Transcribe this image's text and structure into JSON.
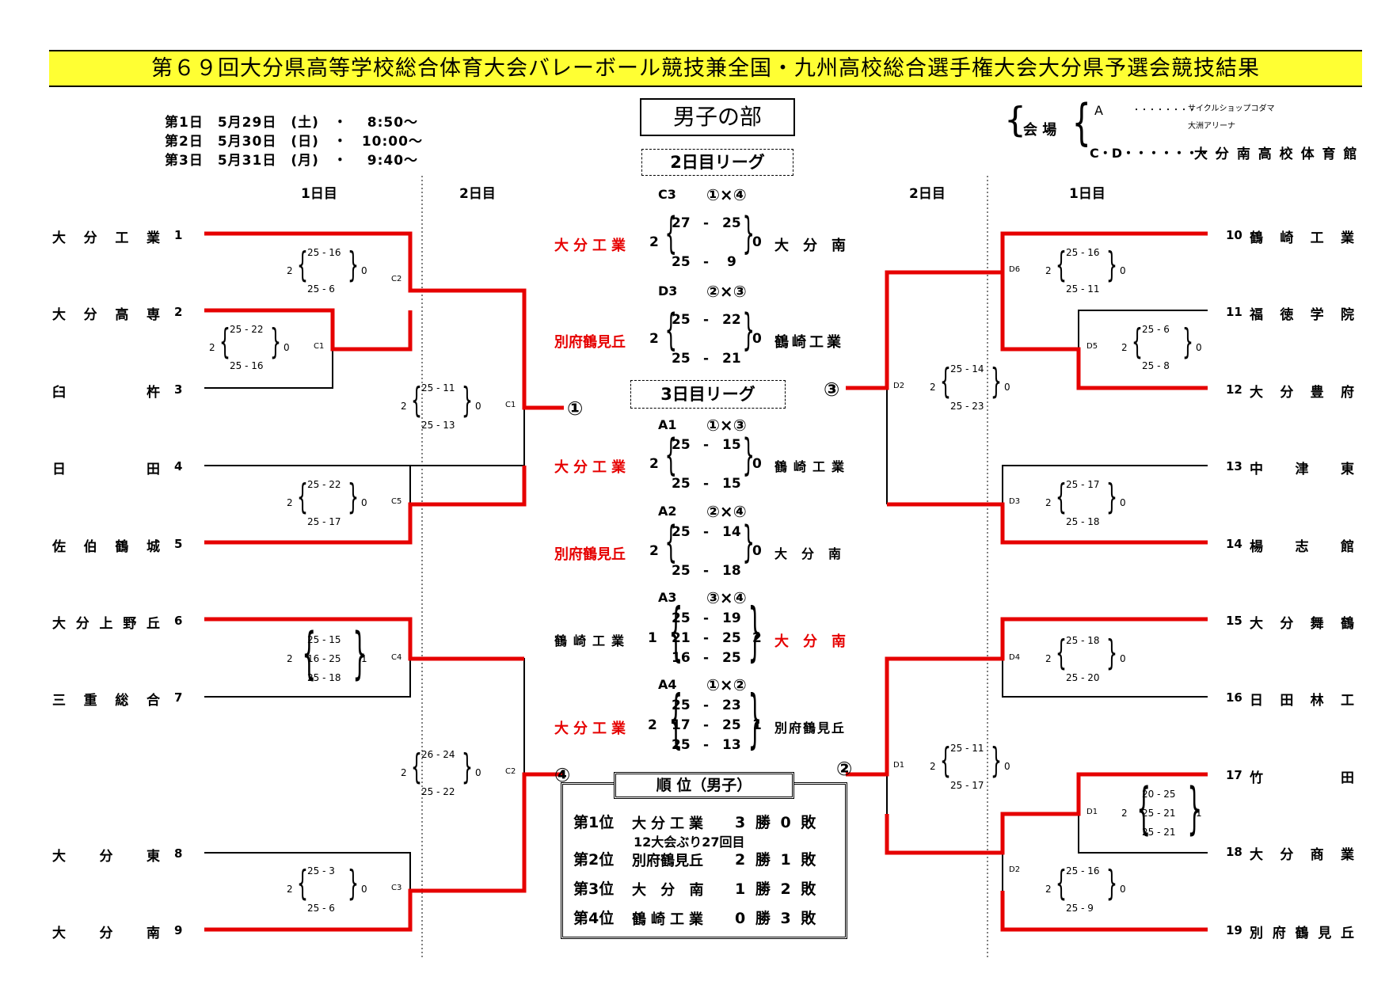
{
  "title": "第６９回大分県高等学校総合体育大会バレーボール競技兼全国・九州高校総合選手権大会大分県予選会競技結果",
  "schedule": [
    "第1日　5月29日　(土)　・　 8:50～",
    "第2日　5月30日　(日)　・　10:00～",
    "第3日　5月31日　(月)　・　 9:40～"
  ],
  "division_label": "男子の部",
  "venue": {
    "label": "会 場",
    "a_key": "A",
    "a_dots": "・・・・・・・・",
    "a_name1": "サイクルショップコダマ",
    "a_name2": "大洲アリーナ",
    "cd_key": "C・D・・・・・・・・",
    "cd_name": "大 分 南 高 校 体 育 館"
  },
  "day_headers": {
    "day1": "1日目",
    "day2": "2日目"
  },
  "left_teams": [
    {
      "name": "大分工業",
      "seed": "1"
    },
    {
      "name": "大分高専",
      "seed": "2"
    },
    {
      "name": "臼杵",
      "seed": "3"
    },
    {
      "name": "日田",
      "seed": "4"
    },
    {
      "name": "佐伯鶴城",
      "seed": "5"
    },
    {
      "name": "大分上野丘",
      "seed": "6"
    },
    {
      "name": "三重総合",
      "seed": "7"
    },
    {
      "name": "大分東",
      "seed": "8"
    },
    {
      "name": "大分南",
      "seed": "9"
    }
  ],
  "right_teams": [
    {
      "seed": "10",
      "name": "鶴崎工業"
    },
    {
      "seed": "11",
      "name": "福徳学院"
    },
    {
      "seed": "12",
      "name": "大分豊府"
    },
    {
      "seed": "13",
      "name": "中津東"
    },
    {
      "seed": "14",
      "name": "楊志館"
    },
    {
      "seed": "15",
      "name": "大分舞鶴"
    },
    {
      "seed": "16",
      "name": "日田林工"
    },
    {
      "seed": "17",
      "name": "竹田"
    },
    {
      "seed": "18",
      "name": "大分商業"
    },
    {
      "seed": "19",
      "name": "別府鶴見丘"
    }
  ],
  "left_matches": {
    "c2": {
      "code": "C2",
      "left": "2",
      "right": "0",
      "sets": [
        "25 - 16",
        "25 -  6"
      ]
    },
    "c1": {
      "code": "C1",
      "left": "2",
      "right": "0",
      "sets": [
        "25 - 22",
        "25 - 16"
      ]
    },
    "c1b": {
      "code": "C1",
      "left": "2",
      "right": "0",
      "sets": [
        "25 - 11",
        "25 - 13"
      ]
    },
    "c5": {
      "code": "C5",
      "left": "2",
      "right": "0",
      "sets": [
        "25 - 22",
        "25 - 17"
      ]
    },
    "c4": {
      "code": "C4",
      "left": "2",
      "right": "1",
      "sets": [
        "25 - 15",
        "16 - 25",
        "25 - 18"
      ]
    },
    "c2b": {
      "code": "C2",
      "left": "2",
      "right": "0",
      "sets": [
        "26 - 24",
        "25 - 22"
      ]
    },
    "c3": {
      "code": "C3",
      "left": "2",
      "right": "0",
      "sets": [
        "25 -  3",
        "25 -  6"
      ]
    }
  },
  "right_matches": {
    "d6": {
      "code": "D6",
      "left": "2",
      "right": "0",
      "sets": [
        "25 - 16",
        "25 - 11"
      ]
    },
    "d5": {
      "code": "D5",
      "left": "2",
      "right": "0",
      "sets": [
        "25 -  6",
        "25 -  8"
      ]
    },
    "d2": {
      "code": "D2",
      "left": "2",
      "right": "0",
      "sets": [
        "25 - 14",
        "25 - 23"
      ]
    },
    "d3": {
      "code": "D3",
      "left": "2",
      "right": "0",
      "sets": [
        "25 - 17",
        "25 - 18"
      ]
    },
    "d4": {
      "code": "D4",
      "left": "2",
      "right": "0",
      "sets": [
        "25 - 18",
        "25 - 20"
      ]
    },
    "d1": {
      "code": "D1",
      "left": "2",
      "right": "0",
      "sets": [
        "25 - 11",
        "25 - 17"
      ]
    },
    "d1b": {
      "code": "D1",
      "left": "2",
      "right": "1",
      "sets": [
        "20 - 25",
        "25 - 21",
        "25 - 21"
      ]
    },
    "d2b": {
      "code": "D2",
      "left": "2",
      "right": "0",
      "sets": [
        "25 - 16",
        "25 -  9"
      ]
    }
  },
  "markers": {
    "m1": "①",
    "m2": "②",
    "m3": "③",
    "m4": "④"
  },
  "league_day2": "2日目リーグ",
  "league_day3": "3日目リーグ",
  "league": [
    {
      "court": "C3",
      "pair": "①×④",
      "left": "大分工業",
      "left_red": true,
      "lw": "2",
      "rw": "0",
      "right": "大分南",
      "right_red": false,
      "sets": [
        [
          "27",
          "25"
        ],
        [
          "25",
          "9"
        ]
      ]
    },
    {
      "court": "D3",
      "pair": "②×③",
      "left": "別府鶴見丘",
      "left_red": true,
      "lw": "2",
      "rw": "0",
      "right": "鶴崎工業",
      "right_red": false,
      "sets": [
        [
          "25",
          "22"
        ],
        [
          "25",
          "21"
        ]
      ]
    },
    {
      "court": "A1",
      "pair": "①×③",
      "left": "大分工業",
      "left_red": true,
      "lw": "2",
      "rw": "0",
      "right": "鶴崎工業",
      "right_red": false,
      "sets": [
        [
          "25",
          "15"
        ],
        [
          "25",
          "15"
        ]
      ]
    },
    {
      "court": "A2",
      "pair": "②×④",
      "left": "別府鶴見丘",
      "left_red": true,
      "lw": "2",
      "rw": "0",
      "right": "大分南",
      "right_red": false,
      "sets": [
        [
          "25",
          "14"
        ],
        [
          "25",
          "18"
        ]
      ]
    },
    {
      "court": "A3",
      "pair": "③×④",
      "left": "鶴崎工業",
      "left_red": false,
      "lw": "1",
      "rw": "2",
      "right": "大分南",
      "right_red": true,
      "sets": [
        [
          "25",
          "19"
        ],
        [
          "21",
          "25"
        ],
        [
          "16",
          "25"
        ]
      ]
    },
    {
      "court": "A4",
      "pair": "①×②",
      "left": "大分工業",
      "left_red": true,
      "lw": "2",
      "rw": "1",
      "right": "別府鶴見丘",
      "right_red": false,
      "sets": [
        [
          "25",
          "23"
        ],
        [
          "17",
          "25"
        ],
        [
          "25",
          "13"
        ]
      ]
    }
  ],
  "ranking": {
    "title": "順 位（男子）",
    "rows": [
      {
        "place": "第1位",
        "team": "大分工業",
        "record": "3 勝 0 敗"
      },
      {
        "place": "第2位",
        "team": "別府鶴見丘",
        "record": "2 勝 1 敗"
      },
      {
        "place": "第3位",
        "team": "大 分 南",
        "record": "1 勝 2 敗"
      },
      {
        "place": "第4位",
        "team": "鶴崎工業",
        "record": "0 勝 3 敗"
      }
    ],
    "note": "12大会ぶり27回目"
  },
  "colors": {
    "accent_red": "#e60000",
    "title_yellow": "#ffff33"
  }
}
